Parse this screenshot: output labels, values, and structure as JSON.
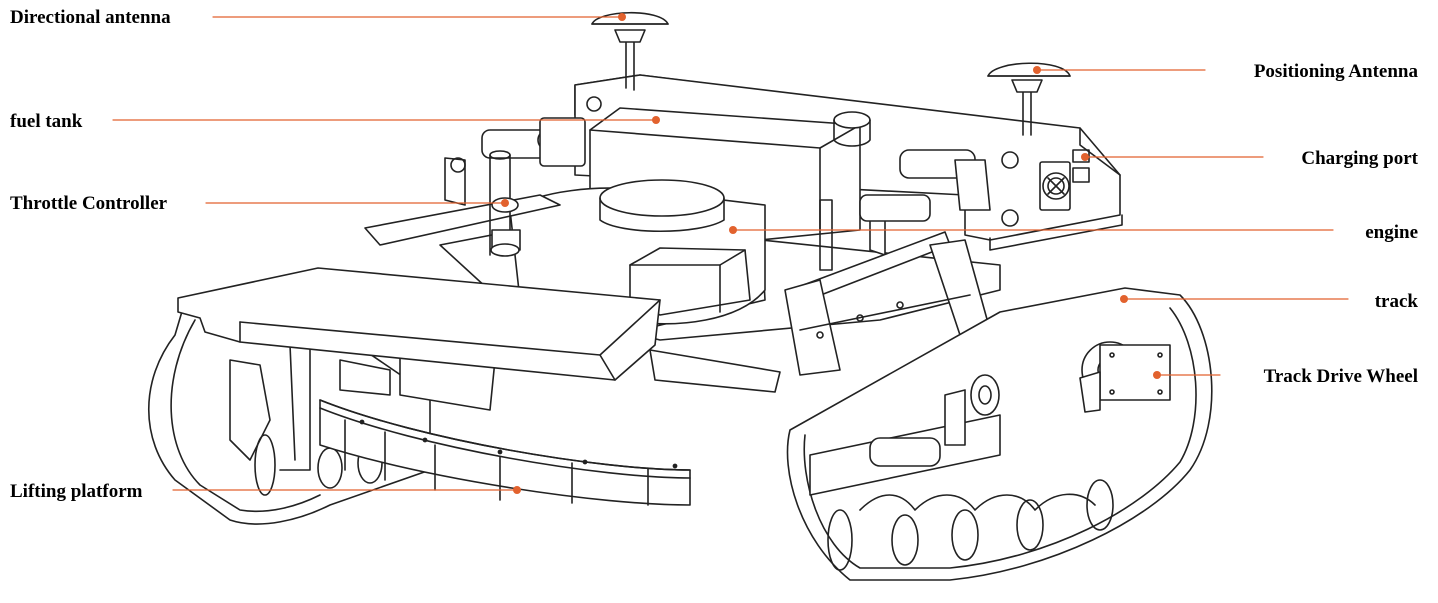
{
  "labels": {
    "directional_antenna": "Directional antenna",
    "fuel_tank": "fuel tank",
    "throttle_controller": "Throttle Controller",
    "lifting_platform": "Lifting platform",
    "positioning_antenna": "Positioning Antenna",
    "charging_port": "Charging port",
    "engine": "engine",
    "track": "track",
    "track_drive_wheel": "Track Drive Wheel"
  },
  "colors": {
    "leader_line": "#e2622e",
    "drawing_stroke": "#222222",
    "label_text": "#000000"
  }
}
